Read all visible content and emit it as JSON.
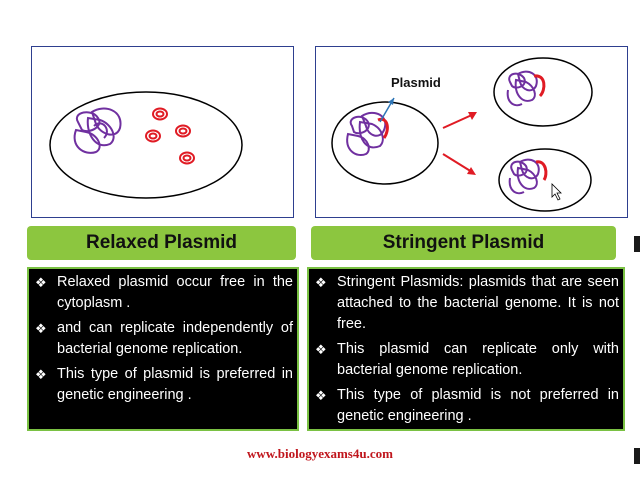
{
  "left": {
    "title": "Relaxed Plasmid",
    "bullets": [
      "Relaxed plasmid occur free in the cytoplasm .",
      "and can replicate independently of bacterial genome replication.",
      "This type of plasmid is preferred in genetic engineering ."
    ]
  },
  "right": {
    "title": "Stringent Plasmid",
    "plasmid_label": "Plasmid",
    "bullets": [
      "Stringent Plasmids: plasmids that are seen attached to the bacterial genome. It is not free.",
      "This plasmid can replicate only with bacterial genome replication.",
      "This type of plasmid is not preferred in genetic engineering ."
    ]
  },
  "bullet_symbol": "❖",
  "footer": "www.biologyexams4u.com",
  "colors": {
    "header": "#8cc63f",
    "plasmid": "#e01b24",
    "genome": "#7030a0",
    "arrow": "#e01b24",
    "pointer": "#2e75b6"
  }
}
